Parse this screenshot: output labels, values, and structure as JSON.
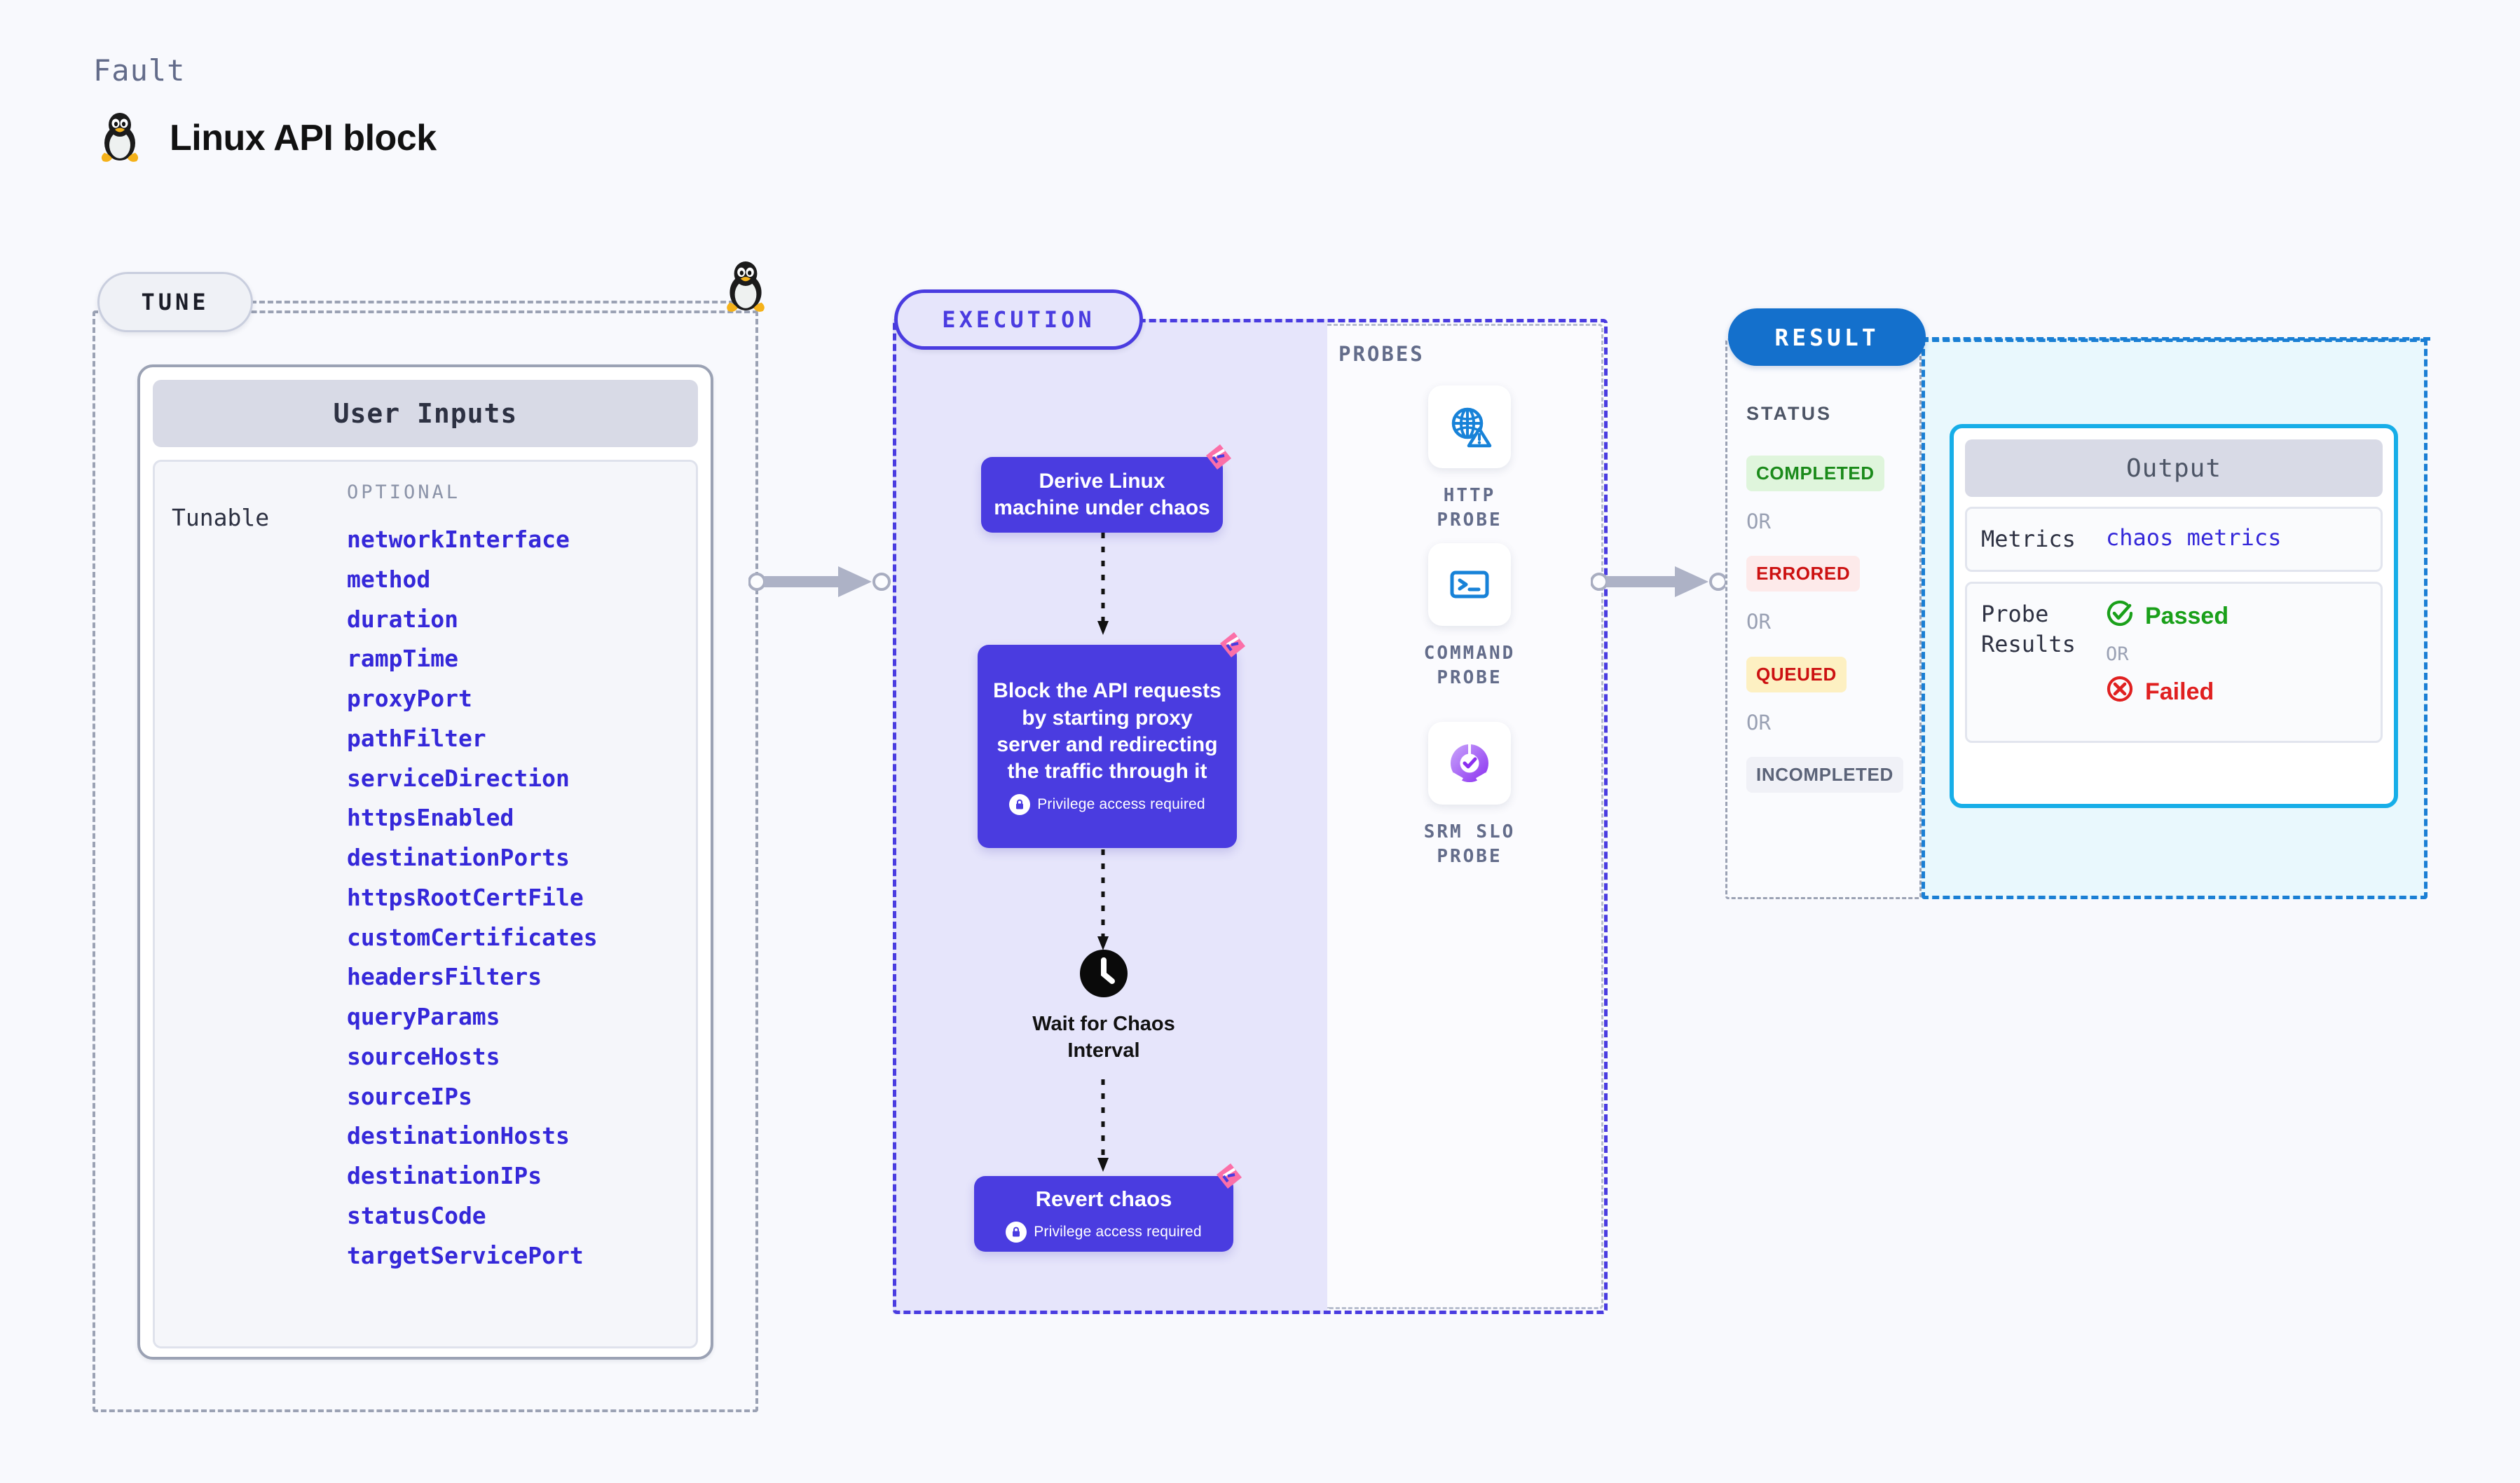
{
  "header": {
    "kicker": "Fault",
    "title": "Linux API block",
    "icon": "linux-penguin-icon"
  },
  "tune": {
    "pill_label": "TUNE",
    "card": {
      "header": "User Inputs",
      "left_label": "Tunable",
      "optional_label": "OPTIONAL",
      "params": [
        "networkInterface",
        "method",
        "duration",
        "rampTime",
        "proxyPort",
        "pathFilter",
        "serviceDirection",
        "httpsEnabled",
        "destinationPorts",
        "httpsRootCertFile",
        "customCertificates",
        "headersFilters",
        "queryParams",
        "sourceHosts",
        "sourceIPs",
        "destinationHosts",
        "destinationIPs",
        "statusCode",
        "targetServicePort"
      ]
    }
  },
  "execution": {
    "pill_label": "EXECUTION",
    "nodes": [
      {
        "text": "Derive Linux machine under chaos",
        "privilege": null
      },
      {
        "text": "Block the API requests by starting proxy server and redirecting the traffic through it",
        "privilege": "Privilege access required"
      },
      {
        "text": "Revert chaos",
        "privilege": "Privilege access required"
      }
    ],
    "wait_node": {
      "label": "Wait for Chaos Interval",
      "icon": "clock-icon"
    }
  },
  "probes": {
    "title": "PROBES",
    "items": [
      {
        "label": "HTTP PROBE",
        "icon": "globe-warning-icon"
      },
      {
        "label": "COMMAND\nPROBE",
        "icon": "terminal-icon"
      },
      {
        "label": "SRM SLO\nPROBE",
        "icon": "slo-donut-check-icon"
      }
    ]
  },
  "result": {
    "pill_label": "RESULT",
    "status_title": "STATUS",
    "or_label": "OR",
    "statuses": [
      {
        "label": "COMPLETED",
        "bg": "#dff5dc",
        "fg": "#1a8a1a"
      },
      {
        "label": "ERRORED",
        "bg": "#fdeaea",
        "fg": "#cc1111"
      },
      {
        "label": "QUEUED",
        "bg": "#fdf0c2",
        "fg": "#cc1111"
      },
      {
        "label": "INCOMPLETED",
        "bg": "#f0f1f7",
        "fg": "#5b6378"
      }
    ],
    "output": {
      "header": "Output",
      "metrics_key": "Metrics",
      "metrics_value": "chaos metrics",
      "probe_key": "Probe Results",
      "passed_label": "Passed",
      "failed_label": "Failed",
      "or_label": "OR"
    }
  },
  "colors": {
    "page_bg": "#f8f9fd",
    "accent_indigo": "#4a3ce0",
    "accent_blue": "#1470cc",
    "accent_cyan": "#17aee8",
    "param_text": "#3528d9",
    "chaos_pink": "#fb6fa8",
    "muted": "#9ba2b4"
  }
}
